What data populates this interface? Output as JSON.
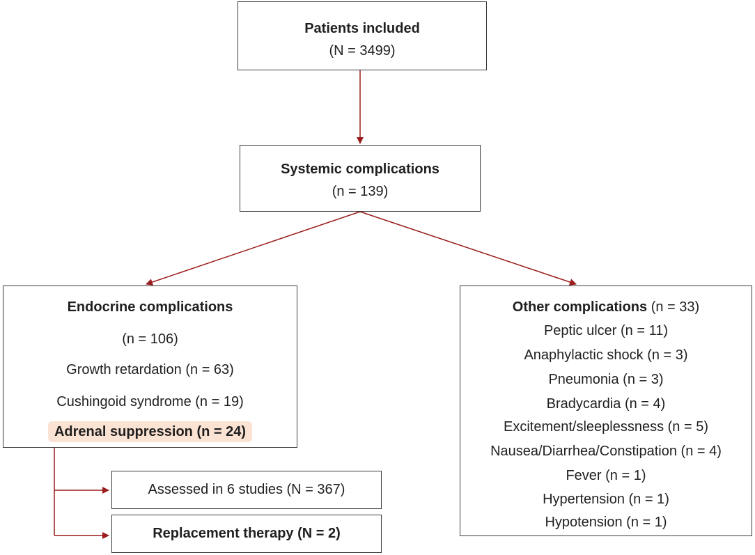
{
  "patients": {
    "title": "Patients included",
    "count": "(N = 3499)"
  },
  "systemic": {
    "title": "Systemic complications",
    "count": "(n = 139)"
  },
  "endocrine": {
    "title": "Endocrine complications",
    "count": "(n = 106)",
    "items": [
      "Growth retardation (n = 63)",
      "Cushingoid syndrome (n = 19)"
    ],
    "highlight": "Adrenal suppression (n = 24)",
    "highlight_color": "#fbe3d4"
  },
  "adrenal_sub": {
    "assessed": "Assessed in 6 studies (N = 367)",
    "replacement": "Replacement therapy (N = 2)"
  },
  "other": {
    "title": "Other complications",
    "title_count": " (n = 33)",
    "items": [
      "Peptic ulcer (n = 11)",
      "Anaphylactic shock (n = 3)",
      "Pneumonia (n = 3)",
      "Bradycardia (n = 4)",
      "Excitement/sleeplessness (n = 5)",
      "Nausea/Diarrhea/Constipation (n = 4)",
      "Fever (n = 1)",
      "Hypertension (n = 1)",
      "Hypotension (n = 1)"
    ]
  },
  "colors": {
    "arrow": "#9b1c1c",
    "border": "#3a3a3a"
  }
}
